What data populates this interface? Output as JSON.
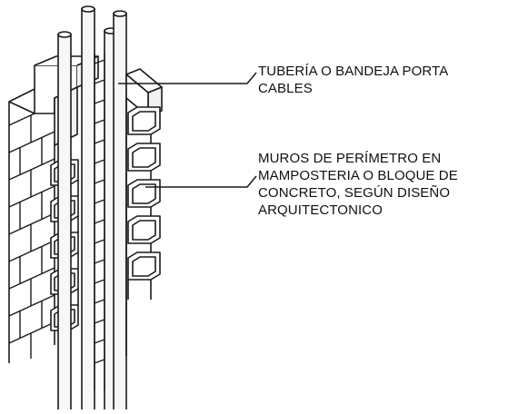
{
  "colors": {
    "line": "#1a1a1a",
    "block_top": "#ffffff",
    "block_face": "#f2f2f2",
    "pipe_fill": "#f7f7f7"
  },
  "labels": {
    "cables": [
      "TUBERÍA O BANDEJA PORTA",
      "CABLES"
    ],
    "muros": [
      "MUROS DE PERÍMETRO EN",
      "MAMPOSTERIA O BLOQUE DE",
      "CONCRETO, SEGÚN DISEÑO",
      "ARQUITECTONICO"
    ]
  }
}
